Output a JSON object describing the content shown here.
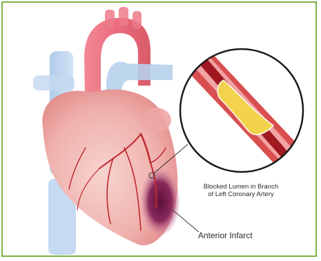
{
  "labels": {
    "blocked_lumen_line1": "Blocked Lumen in Branch",
    "blocked_lumen_line2": "of Left Coronary Artery",
    "anterior_infarct": "Anterior Infarct"
  },
  "colors": {
    "frame_border": "#7bb342",
    "heart_pink": "#f2b9b6",
    "aorta_red": "#e05a6a",
    "vein_blue": "#a9c8e8",
    "artery_wall": "#b01e24",
    "plaque": "#f0d04a",
    "infarct": "#7a1e4e"
  }
}
